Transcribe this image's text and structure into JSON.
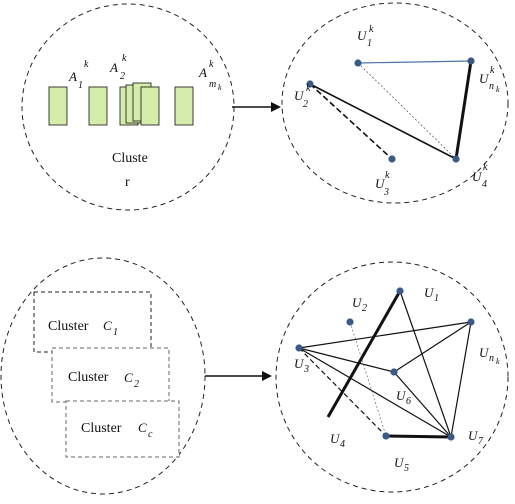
{
  "top_left": {
    "cluster_word_line1": "Cluste",
    "cluster_word_line2": "r",
    "docs": [
      {
        "base": "A",
        "sub": "1",
        "sup": "k"
      },
      {
        "base": "A",
        "sub": "2",
        "sup": "k"
      },
      {
        "base": "A",
        "sub": "m",
        "subsub": "k",
        "sup": "k"
      }
    ]
  },
  "top_right": {
    "nodes": [
      {
        "base": "U",
        "sub": "1",
        "sup": "k"
      },
      {
        "base": "U",
        "sub": "2",
        "sup": "k"
      },
      {
        "base": "U",
        "sub": "3",
        "sup": "k"
      },
      {
        "base": "U",
        "sub": "4",
        "sup": "k"
      },
      {
        "base": "U",
        "sub": "n",
        "subsub": "k",
        "sup": "k"
      }
    ]
  },
  "bottom_left": {
    "clusters": [
      {
        "word": "Cluster",
        "base": "C",
        "sub": "1"
      },
      {
        "word": "Cluster",
        "base": "C",
        "sub": "2"
      },
      {
        "word": "Cluster",
        "base": "C",
        "sub": "c"
      }
    ]
  },
  "bottom_right": {
    "nodes": [
      {
        "base": "U",
        "sub": "1"
      },
      {
        "base": "U",
        "sub": "2"
      },
      {
        "base": "U",
        "sub": "3"
      },
      {
        "base": "U",
        "sub": "4"
      },
      {
        "base": "U",
        "sub": "5"
      },
      {
        "base": "U",
        "sub": "6"
      },
      {
        "base": "U",
        "sub": "7"
      },
      {
        "base": "U",
        "sub": "n",
        "subsub": "k"
      }
    ]
  },
  "colors": {
    "doc_fill": "#d6ecaa",
    "node_fill": "#3b5a86",
    "blue_edge": "#4a74a8",
    "ink": "#111111"
  }
}
